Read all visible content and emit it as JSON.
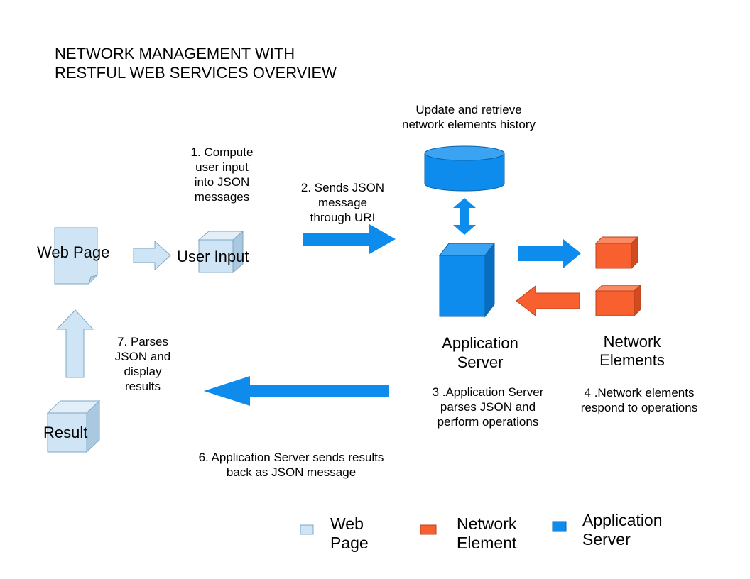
{
  "title": "NETWORK MANAGEMENT WITH\nRESTFUL WEB SERVICES OVERVIEW",
  "colors": {
    "web_page": "#cfe5f5",
    "web_page_stroke": "#7fa6c3",
    "network_element": "#f9602f",
    "network_element_stroke": "#b9431c",
    "application_server": "#0d8ced",
    "application_server_stroke": "#0a63a8"
  },
  "nodes": {
    "web_page": "Web Page",
    "user_input": "User Input",
    "result": "Result",
    "application_server": "Application\nServer",
    "network_elements": "Network\nElements"
  },
  "steps": {
    "step1": "1. Compute\nuser input\ninto JSON\nmessages",
    "step2": "2. Sends JSON\nmessage\nthrough URI",
    "database": "Update and retrieve\nnetwork elements history",
    "step3": "3 .Application Server\nparses JSON and\nperform operations",
    "step4": "4 .Network elements\nrespond to operations",
    "step6": "6. Application Server sends results\nback as JSON message",
    "step7": "7. Parses\nJSON and\ndisplay\nresults"
  },
  "legend": [
    {
      "label": "Web\nPage",
      "icon": "web-page-swatch"
    },
    {
      "label": "Network\nElement",
      "icon": "network-element-swatch"
    },
    {
      "label": "Application\nServer",
      "icon": "application-server-swatch"
    }
  ]
}
